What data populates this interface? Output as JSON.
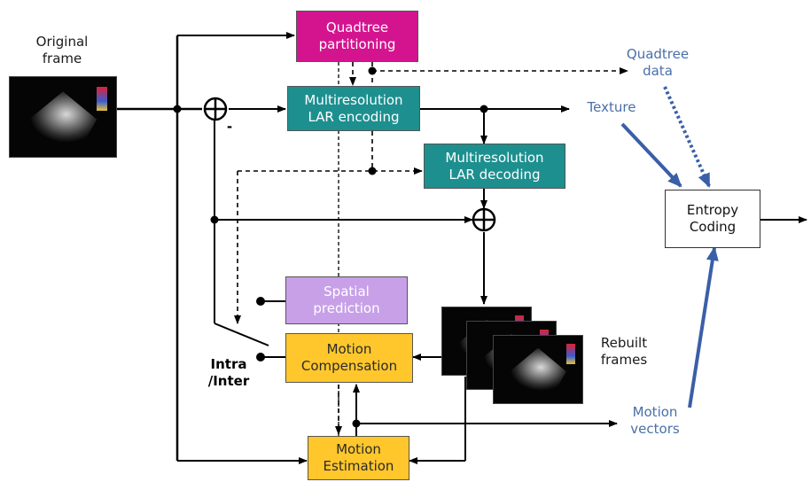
{
  "labels": {
    "original_frame": "Original\nframe",
    "quadtree_data": "Quadtree\ndata",
    "texture": "Texture",
    "rebuilt_frames": "Rebuilt\nframes",
    "intra_inter": "Intra\n/Inter",
    "motion_vectors": "Motion\nvectors",
    "minus": "-"
  },
  "blocks": {
    "quadtree_partitioning": "Quadtree\npartitioning",
    "lar_encoding": "Multiresolution\nLAR encoding",
    "lar_decoding": "Multiresolution\nLAR decoding",
    "spatial_prediction": "Spatial\nprediction",
    "motion_compensation": "Motion\nCompensation",
    "motion_estimation": "Motion\nEstimation",
    "entropy_coding": "Entropy\nCoding"
  },
  "colors": {
    "quadtree_block": "#d4148f",
    "lar_blocks": "#1d8f8f",
    "spatial_block": "#c8a0e8",
    "motion_blocks": "#ffc72c",
    "blue_text": "#4a6fa8",
    "blue_arrows": "#3a5fa8"
  }
}
